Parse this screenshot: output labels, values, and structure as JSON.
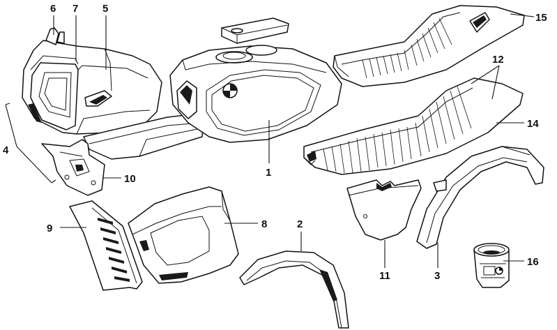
{
  "labels": {
    "tank": "1",
    "front_fender": "2",
    "rear_fender": "3",
    "fairing_group": "4",
    "fairing_upper": "5",
    "fairing_mirror": "6",
    "fairing_headlamp": "7",
    "engine_spoiler": "8",
    "radiator_grille": "9",
    "fairing_bracket": "10",
    "side_cover": "11",
    "seat_tail": "12",
    "seat_rear": "14",
    "seat_solo": "15",
    "paint_can": "16"
  },
  "colors": {
    "line": "#111111",
    "background": "#ffffff"
  }
}
